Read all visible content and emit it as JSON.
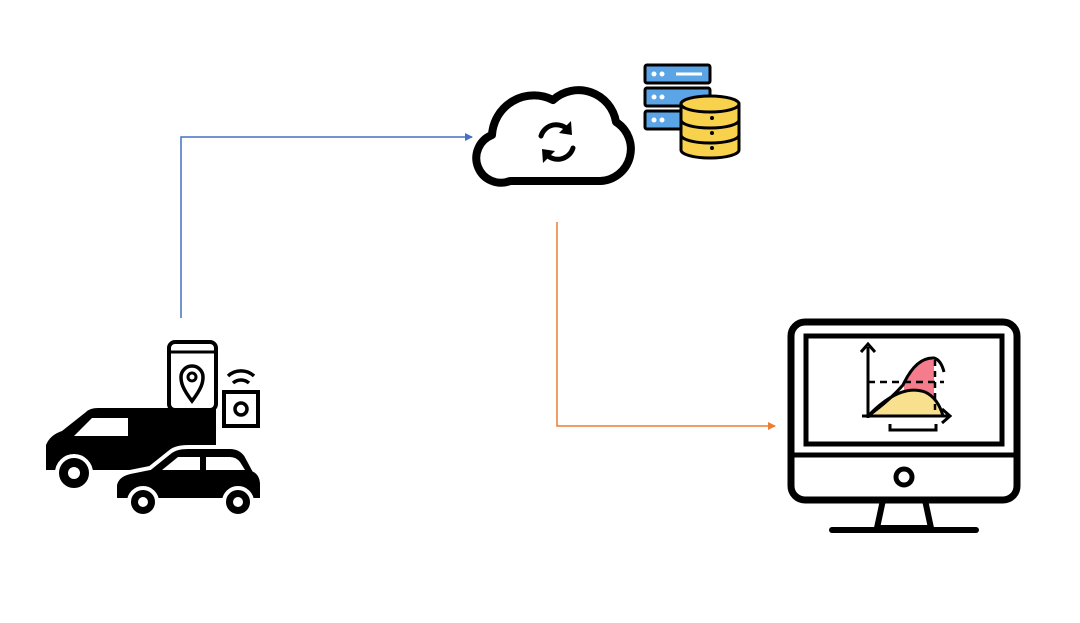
{
  "nodes": [
    {
      "id": "vehicles",
      "icon": "vehicles-gps-tracking-icon"
    },
    {
      "id": "cloud",
      "icon": "cloud-sync-icon"
    },
    {
      "id": "storage",
      "icon": "server-database-icon"
    },
    {
      "id": "dashboard",
      "icon": "monitor-analytics-icon"
    }
  ],
  "edges": [
    {
      "from": "vehicles",
      "to": "cloud",
      "color": "#4472C4"
    },
    {
      "from": "cloud",
      "to": "dashboard",
      "color": "#ED7D31"
    }
  ],
  "colors": {
    "outline": "#000000",
    "server_blue": "#5BA4E6",
    "database_yellow": "#F9D24D",
    "chart_pink": "#F47C8C",
    "chart_yellow": "#F8E08E",
    "background": "#FFFFFF"
  }
}
